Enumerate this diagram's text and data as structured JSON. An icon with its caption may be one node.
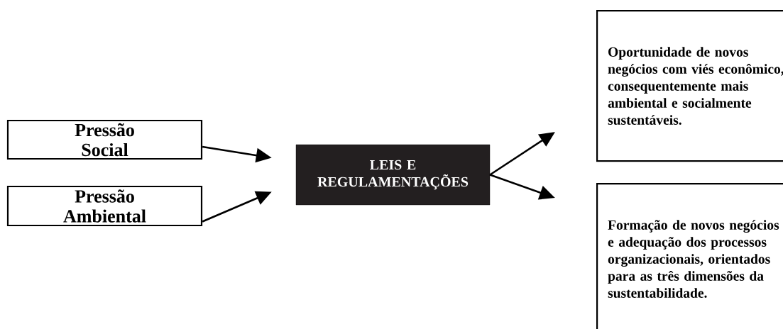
{
  "diagram": {
    "nodes": [
      {
        "text": [
          "Pressão Social"
        ]
      },
      {
        "text": [
          "Pressão Ambiental"
        ]
      },
      {
        "text": [
          "LEIS E REGULAMENTAÇÕES"
        ]
      },
      {
        "text": [
          "Oportunidade de novos negócios com viés econômico, consequentemente mais ambiental e socialmente sustentáveis."
        ]
      },
      {
        "text": [
          "Formação de novos negócios e adequação dos processos organizacionais, orientados para as três dimensões da sustentabilidade."
        ]
      }
    ],
    "edges": [
      {
        "from": 0,
        "to": 2,
        "arrow": "to"
      },
      {
        "from": 1,
        "to": 2,
        "arrow": "to"
      },
      {
        "from": 2,
        "to": 3,
        "arrow": "to"
      },
      {
        "from": 2,
        "to": 4,
        "arrow": "to"
      }
    ]
  }
}
